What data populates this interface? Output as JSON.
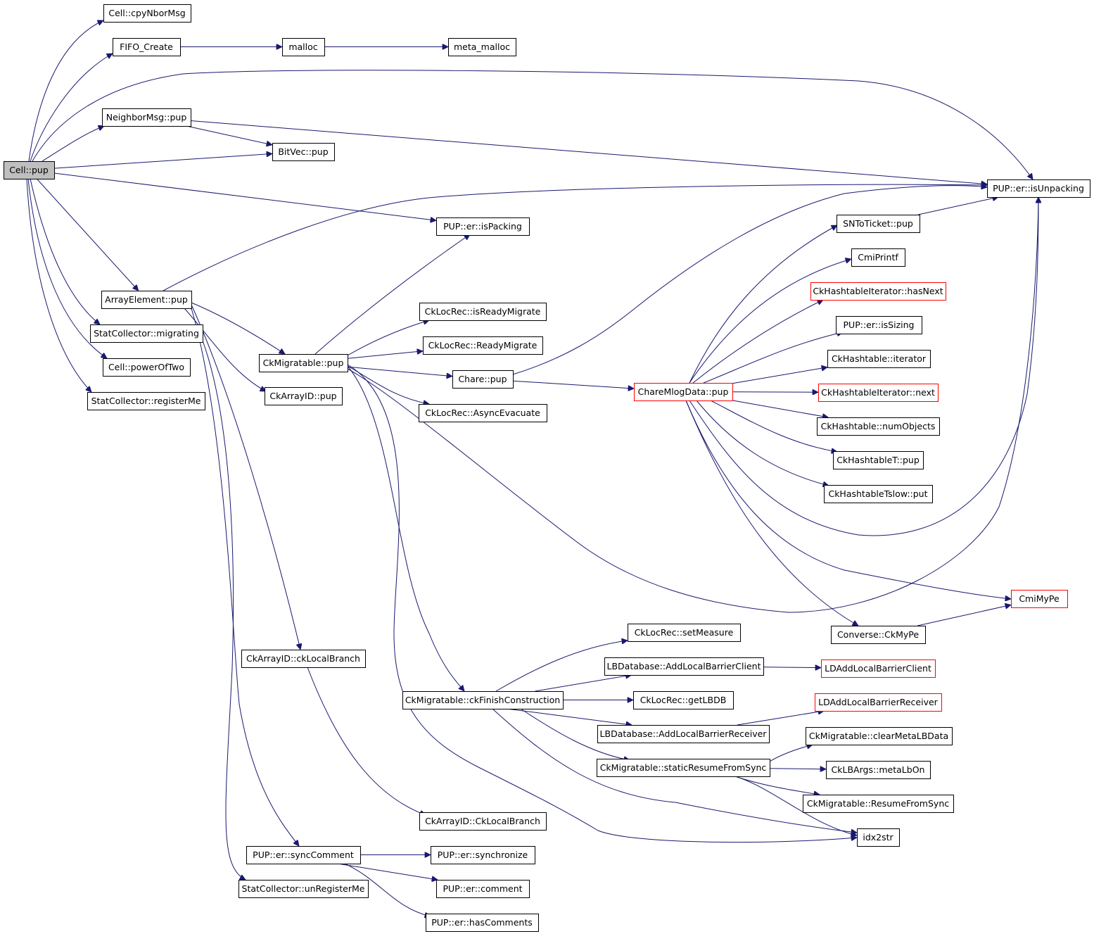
{
  "graph": {
    "edge_color": "#191970",
    "root_fill": "#bfbfbf",
    "external_border": "#ff0000",
    "nodes": [
      {
        "id": "cell_pup",
        "label": "Cell::pup",
        "root": true
      },
      {
        "id": "cpyNborMsg",
        "label": "Cell::cpyNborMsg"
      },
      {
        "id": "fifo_create",
        "label": "FIFO_Create"
      },
      {
        "id": "malloc",
        "label": "malloc"
      },
      {
        "id": "meta_malloc",
        "label": "meta_malloc"
      },
      {
        "id": "neighbormsg_pup",
        "label": "NeighborMsg::pup"
      },
      {
        "id": "bitvec_pup",
        "label": "BitVec::pup"
      },
      {
        "id": "isunpacking",
        "label": "PUP::er::isUnpacking"
      },
      {
        "id": "ispacking",
        "label": "PUP::er::isPacking"
      },
      {
        "id": "arrayelement_pup",
        "label": "ArrayElement::pup"
      },
      {
        "id": "statcollector_migrating",
        "label": "StatCollector::migrating"
      },
      {
        "id": "cell_poweroftwo",
        "label": "Cell::powerOfTwo"
      },
      {
        "id": "statcollector_registerme",
        "label": "StatCollector::registerMe"
      },
      {
        "id": "ckmigratable_pup",
        "label": "CkMigratable::pup"
      },
      {
        "id": "ckarrayid_pup",
        "label": "CkArrayID::pup"
      },
      {
        "id": "cklocrec_isreadymigrate",
        "label": "CkLocRec::isReadyMigrate"
      },
      {
        "id": "cklocrec_readymigrate",
        "label": "CkLocRec::ReadyMigrate"
      },
      {
        "id": "chare_pup",
        "label": "Chare::pup"
      },
      {
        "id": "cklocrec_asyncevacuate",
        "label": "CkLocRec::AsyncEvacuate"
      },
      {
        "id": "charemlogdata_pup",
        "label": "ChareMlogData::pup",
        "external": true
      },
      {
        "id": "sntoticket_pup",
        "label": "SNToTicket::pup"
      },
      {
        "id": "cmiprintf",
        "label": "CmiPrintf"
      },
      {
        "id": "hashtableiterator_hasnext",
        "label": "CkHashtableIterator::hasNext",
        "external": true
      },
      {
        "id": "issizing",
        "label": "PUP::er::isSizing"
      },
      {
        "id": "ckhashtable_iterator",
        "label": "CkHashtable::iterator"
      },
      {
        "id": "hashtableiterator_next",
        "label": "CkHashtableIterator::next",
        "external": true
      },
      {
        "id": "ckhashtable_numobjects",
        "label": "CkHashtable::numObjects"
      },
      {
        "id": "ckhashtablet_pup",
        "label": "CkHashtableT::pup"
      },
      {
        "id": "ckhashtabletslow_put",
        "label": "CkHashtableTslow::put"
      },
      {
        "id": "cmimype",
        "label": "CmiMyPe",
        "external": true
      },
      {
        "id": "converse_ckmype",
        "label": "Converse::CkMyPe"
      },
      {
        "id": "cklocrec_setmeasure",
        "label": "CkLocRec::setMeasure"
      },
      {
        "id": "ckarrayid_cklocalbranch_lower",
        "label": "CkArrayID::ckLocalBranch"
      },
      {
        "id": "lbdatabase_addlocalbarrierclient",
        "label": "LBDatabase::AddLocalBarrierClient"
      },
      {
        "id": "ldaddlocalbarrierclient",
        "label": "LDAddLocalBarrierClient",
        "external": true
      },
      {
        "id": "ckmigratable_ckfinishconstruction",
        "label": "CkMigratable::ckFinishConstruction"
      },
      {
        "id": "cklocrec_getlbdb",
        "label": "CkLocRec::getLBDB"
      },
      {
        "id": "ldaddlocalbarrierreceiver",
        "label": "LDAddLocalBarrierReceiver",
        "external": true
      },
      {
        "id": "lbdatabase_addlocalbarrierreceiver",
        "label": "LBDatabase::AddLocalBarrierReceiver"
      },
      {
        "id": "ckmigratable_clearmetalbdata",
        "label": "CkMigratable::clearMetaLBData"
      },
      {
        "id": "ckmigratable_staticresumefromsync",
        "label": "CkMigratable::staticResumeFromSync"
      },
      {
        "id": "cklbargs_metalbon",
        "label": "CkLBArgs::metaLbOn"
      },
      {
        "id": "ckmigratable_resumefromsync",
        "label": "CkMigratable::ResumeFromSync"
      },
      {
        "id": "ckarrayid_cklocalbranch_upper",
        "label": "CkArrayID::CkLocalBranch"
      },
      {
        "id": "idx2str",
        "label": "idx2str"
      },
      {
        "id": "synccomment",
        "label": "PUP::er::syncComment"
      },
      {
        "id": "synchronize",
        "label": "PUP::er::synchronize"
      },
      {
        "id": "statcollector_unregisterme",
        "label": "StatCollector::unRegisterMe"
      },
      {
        "id": "comment",
        "label": "PUP::er::comment"
      },
      {
        "id": "hascomments",
        "label": "PUP::er::hasComments"
      }
    ],
    "edges": [
      [
        "cell_pup",
        "cpyNborMsg"
      ],
      [
        "cell_pup",
        "fifo_create"
      ],
      [
        "fifo_create",
        "malloc"
      ],
      [
        "malloc",
        "meta_malloc"
      ],
      [
        "cell_pup",
        "isunpacking"
      ],
      [
        "cell_pup",
        "neighbormsg_pup"
      ],
      [
        "neighbormsg_pup",
        "isunpacking"
      ],
      [
        "neighbormsg_pup",
        "bitvec_pup"
      ],
      [
        "cell_pup",
        "bitvec_pup"
      ],
      [
        "cell_pup",
        "ispacking"
      ],
      [
        "cell_pup",
        "arrayelement_pup"
      ],
      [
        "cell_pup",
        "statcollector_migrating"
      ],
      [
        "cell_pup",
        "cell_poweroftwo"
      ],
      [
        "cell_pup",
        "statcollector_registerme"
      ],
      [
        "arrayelement_pup",
        "isunpacking"
      ],
      [
        "arrayelement_pup",
        "ckmigratable_pup"
      ],
      [
        "arrayelement_pup",
        "ckarrayid_pup"
      ],
      [
        "arrayelement_pup",
        "ckarrayid_cklocalbranch_lower"
      ],
      [
        "arrayelement_pup",
        "synccomment"
      ],
      [
        "statcollector_migrating",
        "statcollector_unregisterme"
      ],
      [
        "ckmigratable_pup",
        "ispacking"
      ],
      [
        "ckmigratable_pup",
        "cklocrec_isreadymigrate"
      ],
      [
        "ckmigratable_pup",
        "cklocrec_readymigrate"
      ],
      [
        "ckmigratable_pup",
        "chare_pup"
      ],
      [
        "ckmigratable_pup",
        "cklocrec_asyncevacuate"
      ],
      [
        "ckmigratable_pup",
        "isunpacking"
      ],
      [
        "ckmigratable_pup",
        "ckmigratable_ckfinishconstruction"
      ],
      [
        "ckmigratable_pup",
        "idx2str"
      ],
      [
        "chare_pup",
        "isunpacking"
      ],
      [
        "chare_pup",
        "charemlogdata_pup"
      ],
      [
        "charemlogdata_pup",
        "sntoticket_pup"
      ],
      [
        "charemlogdata_pup",
        "cmiprintf"
      ],
      [
        "charemlogdata_pup",
        "hashtableiterator_hasnext"
      ],
      [
        "charemlogdata_pup",
        "issizing"
      ],
      [
        "charemlogdata_pup",
        "ckhashtable_iterator"
      ],
      [
        "charemlogdata_pup",
        "hashtableiterator_next"
      ],
      [
        "charemlogdata_pup",
        "ckhashtable_numobjects"
      ],
      [
        "charemlogdata_pup",
        "ckhashtablet_pup"
      ],
      [
        "charemlogdata_pup",
        "ckhashtabletslow_put"
      ],
      [
        "charemlogdata_pup",
        "isunpacking"
      ],
      [
        "charemlogdata_pup",
        "cmimype"
      ],
      [
        "charemlogdata_pup",
        "converse_ckmype"
      ],
      [
        "sntoticket_pup",
        "isunpacking"
      ],
      [
        "converse_ckmype",
        "cmimype"
      ],
      [
        "ckmigratable_ckfinishconstruction",
        "cklocrec_setmeasure"
      ],
      [
        "ckmigratable_ckfinishconstruction",
        "lbdatabase_addlocalbarrierclient"
      ],
      [
        "ckmigratable_ckfinishconstruction",
        "cklocrec_getlbdb"
      ],
      [
        "ckmigratable_ckfinishconstruction",
        "lbdatabase_addlocalbarrierreceiver"
      ],
      [
        "ckmigratable_ckfinishconstruction",
        "ckmigratable_staticresumefromsync"
      ],
      [
        "ckmigratable_ckfinishconstruction",
        "idx2str"
      ],
      [
        "lbdatabase_addlocalbarrierclient",
        "ldaddlocalbarrierclient"
      ],
      [
        "lbdatabase_addlocalbarrierreceiver",
        "ldaddlocalbarrierreceiver"
      ],
      [
        "ckmigratable_staticresumefromsync",
        "ckmigratable_clearmetalbdata"
      ],
      [
        "ckmigratable_staticresumefromsync",
        "cklbargs_metalbon"
      ],
      [
        "ckmigratable_staticresumefromsync",
        "ckmigratable_resumefromsync"
      ],
      [
        "ckmigratable_staticresumefromsync",
        "idx2str"
      ],
      [
        "ckarrayid_cklocalbranch_lower",
        "ckarrayid_cklocalbranch_upper"
      ],
      [
        "synccomment",
        "synchronize"
      ],
      [
        "synccomment",
        "comment"
      ],
      [
        "synccomment",
        "hascomments"
      ]
    ]
  }
}
